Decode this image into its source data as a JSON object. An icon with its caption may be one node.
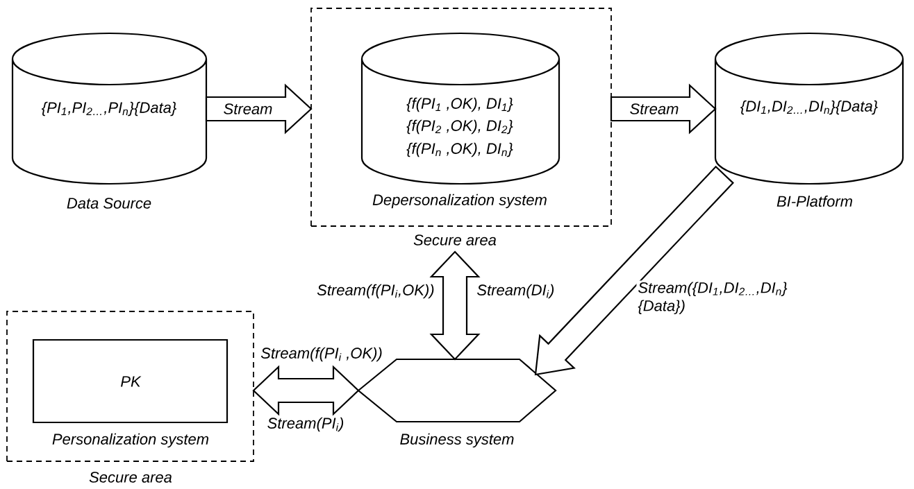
{
  "diagram": {
    "nodes": [
      {
        "text": [
          "{PI$_{1}$,PI$_{2…}$,PI$_{n}$}{Data}",
          "Data Source"
        ]
      },
      {
        "text": [
          "Secure area"
        ]
      },
      {
        "text": [
          "{f(PI$_{1}$ ,OK), DI$_{1}$}",
          "{f(PI$_{2}$ ,OK), DI$_{2}$}",
          "{f(PI$_{n}$ ,OK), DI$_{n}$}",
          "Depersonalization system"
        ],
        "in": 1
      },
      {
        "text": [
          "{DI$_{1}$,DI$_{2…}$,DI$_{n}$}{Data}",
          "BI-Platform"
        ]
      },
      {
        "text": [
          "Secure area"
        ]
      },
      {
        "text": [
          "PK"
        ],
        "in": 4,
        "beside": [
          "Personalization system"
        ]
      },
      {
        "text": [],
        "shape": "hexagon",
        "beside": [
          "Business system"
        ]
      }
    ],
    "edges": [
      {
        "from": 0,
        "to": 1,
        "arrow": "to",
        "label": "Stream"
      },
      {
        "from": 1,
        "to": 3,
        "arrow": "to",
        "label": "Stream"
      },
      {
        "from": 3,
        "to": 6,
        "arrow": "to",
        "label": "Stream({DI$_{1}$,DI$_{2…}$,DI$_{n}$} {Data})"
      },
      {
        "from": 1,
        "to": 6,
        "arrow": "both",
        "label": "Stream(f(PI$_{i}$,OK))"
      },
      {
        "from": 4,
        "to": 6,
        "arrow": "both",
        "label": "Stream(f(PI$_{i}$ ,OK))"
      }
    ],
    "labels": [
      "Stream(DI$_{i}$)",
      "Stream(PI$_{i}$)"
    ]
  }
}
